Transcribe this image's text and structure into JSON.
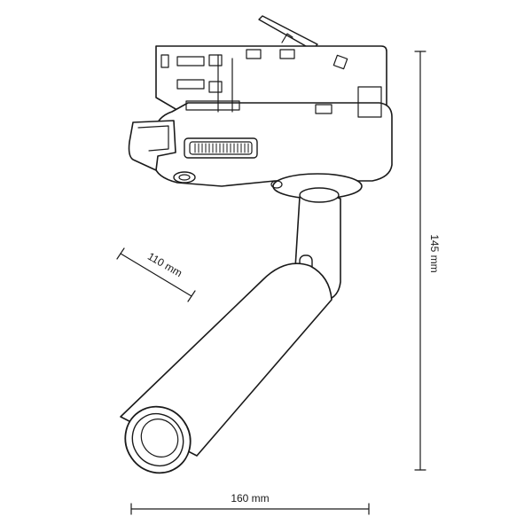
{
  "dimensions": {
    "width_label": "160 mm",
    "height_label": "145 mm",
    "depth_label": "110 mm"
  },
  "colors": {
    "line": "#1a1a1a",
    "background": "#ffffff"
  }
}
